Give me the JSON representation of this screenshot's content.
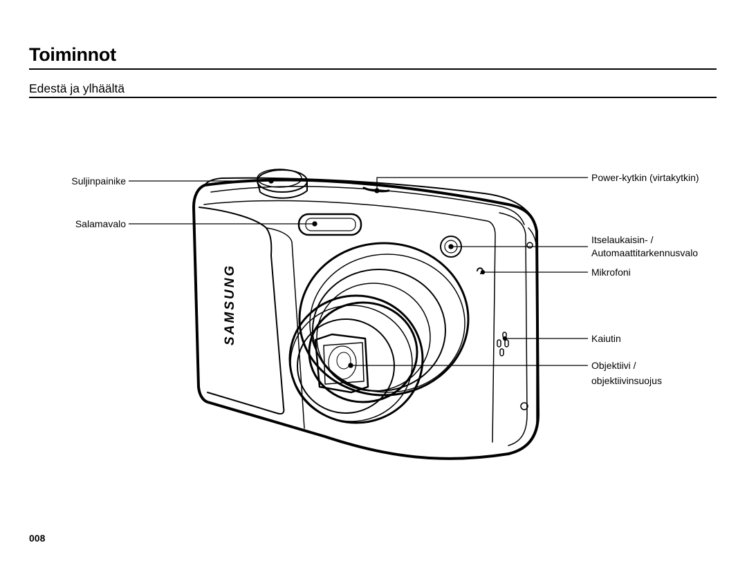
{
  "page": {
    "title": "Toiminnot",
    "section": "Edestä ja ylhäältä",
    "number": "008"
  },
  "camera": {
    "brand_logo": "SAMSUNG"
  },
  "callouts": {
    "shutter": "Suljinpainike",
    "flash": "Salamavalo",
    "power": "Power-kytkin (virtakytkin)",
    "self_timer_line1": "Itselaukaisin- /",
    "self_timer_line2": "Automaattitarkennusvalo",
    "microphone": "Mikrofoni",
    "speaker": "Kaiutin",
    "lens_line1": "Objektiivi /",
    "lens_line2": "objektiivinsuojus"
  }
}
